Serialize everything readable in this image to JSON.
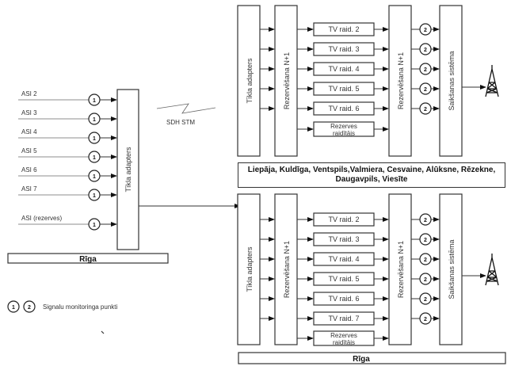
{
  "diagram": {
    "left_site": {
      "inputs": [
        "ASI 2",
        "ASI 3",
        "ASI 4",
        "ASI 5",
        "ASI 6",
        "ASI 7",
        "ASI (rezerves)"
      ],
      "monitor_point": "1",
      "adapter_label": "Tīkla adapters",
      "site_label": "Rīga"
    },
    "link_label": "SDH STM",
    "top_site": {
      "adapter_label": "Tīkla adapters",
      "redundancy_in_label": "Rezervēšana N+1",
      "transmitters": [
        "TV raid. 2",
        "TV raid. 3",
        "TV raid. 4",
        "TV raid. 5",
        "TV raid. 6"
      ],
      "reserve_tx": [
        "Rezerves",
        "raidītājs"
      ],
      "redundancy_out_label": "Rezervēšana N+1",
      "monitor_point": "2",
      "combiner_label": "Saikšanas sistēma",
      "cities": "Liepāja, Kuldīga, Ventspils,Valmiera, Cesvaine, Alūksne, Rēzekne, Daugavpils, Viesīte"
    },
    "bottom_site": {
      "adapter_label": "Tīkla adapters",
      "redundancy_in_label": "Rezervēšana N+1",
      "transmitters": [
        "TV raid. 2",
        "TV raid. 3",
        "TV raid. 4",
        "TV raid. 5",
        "TV raid. 6",
        "TV raid. 7"
      ],
      "reserve_tx": [
        "Rezerves",
        "raidītājs"
      ],
      "redundancy_out_label": "Rezervēšana N+1",
      "monitor_point": "2",
      "combiner_label": "Saikšanas sistēma",
      "site_label": "Rīga"
    },
    "legend": {
      "markers": [
        "1",
        "2"
      ],
      "label": "Signalu monitoringa punkti"
    }
  }
}
